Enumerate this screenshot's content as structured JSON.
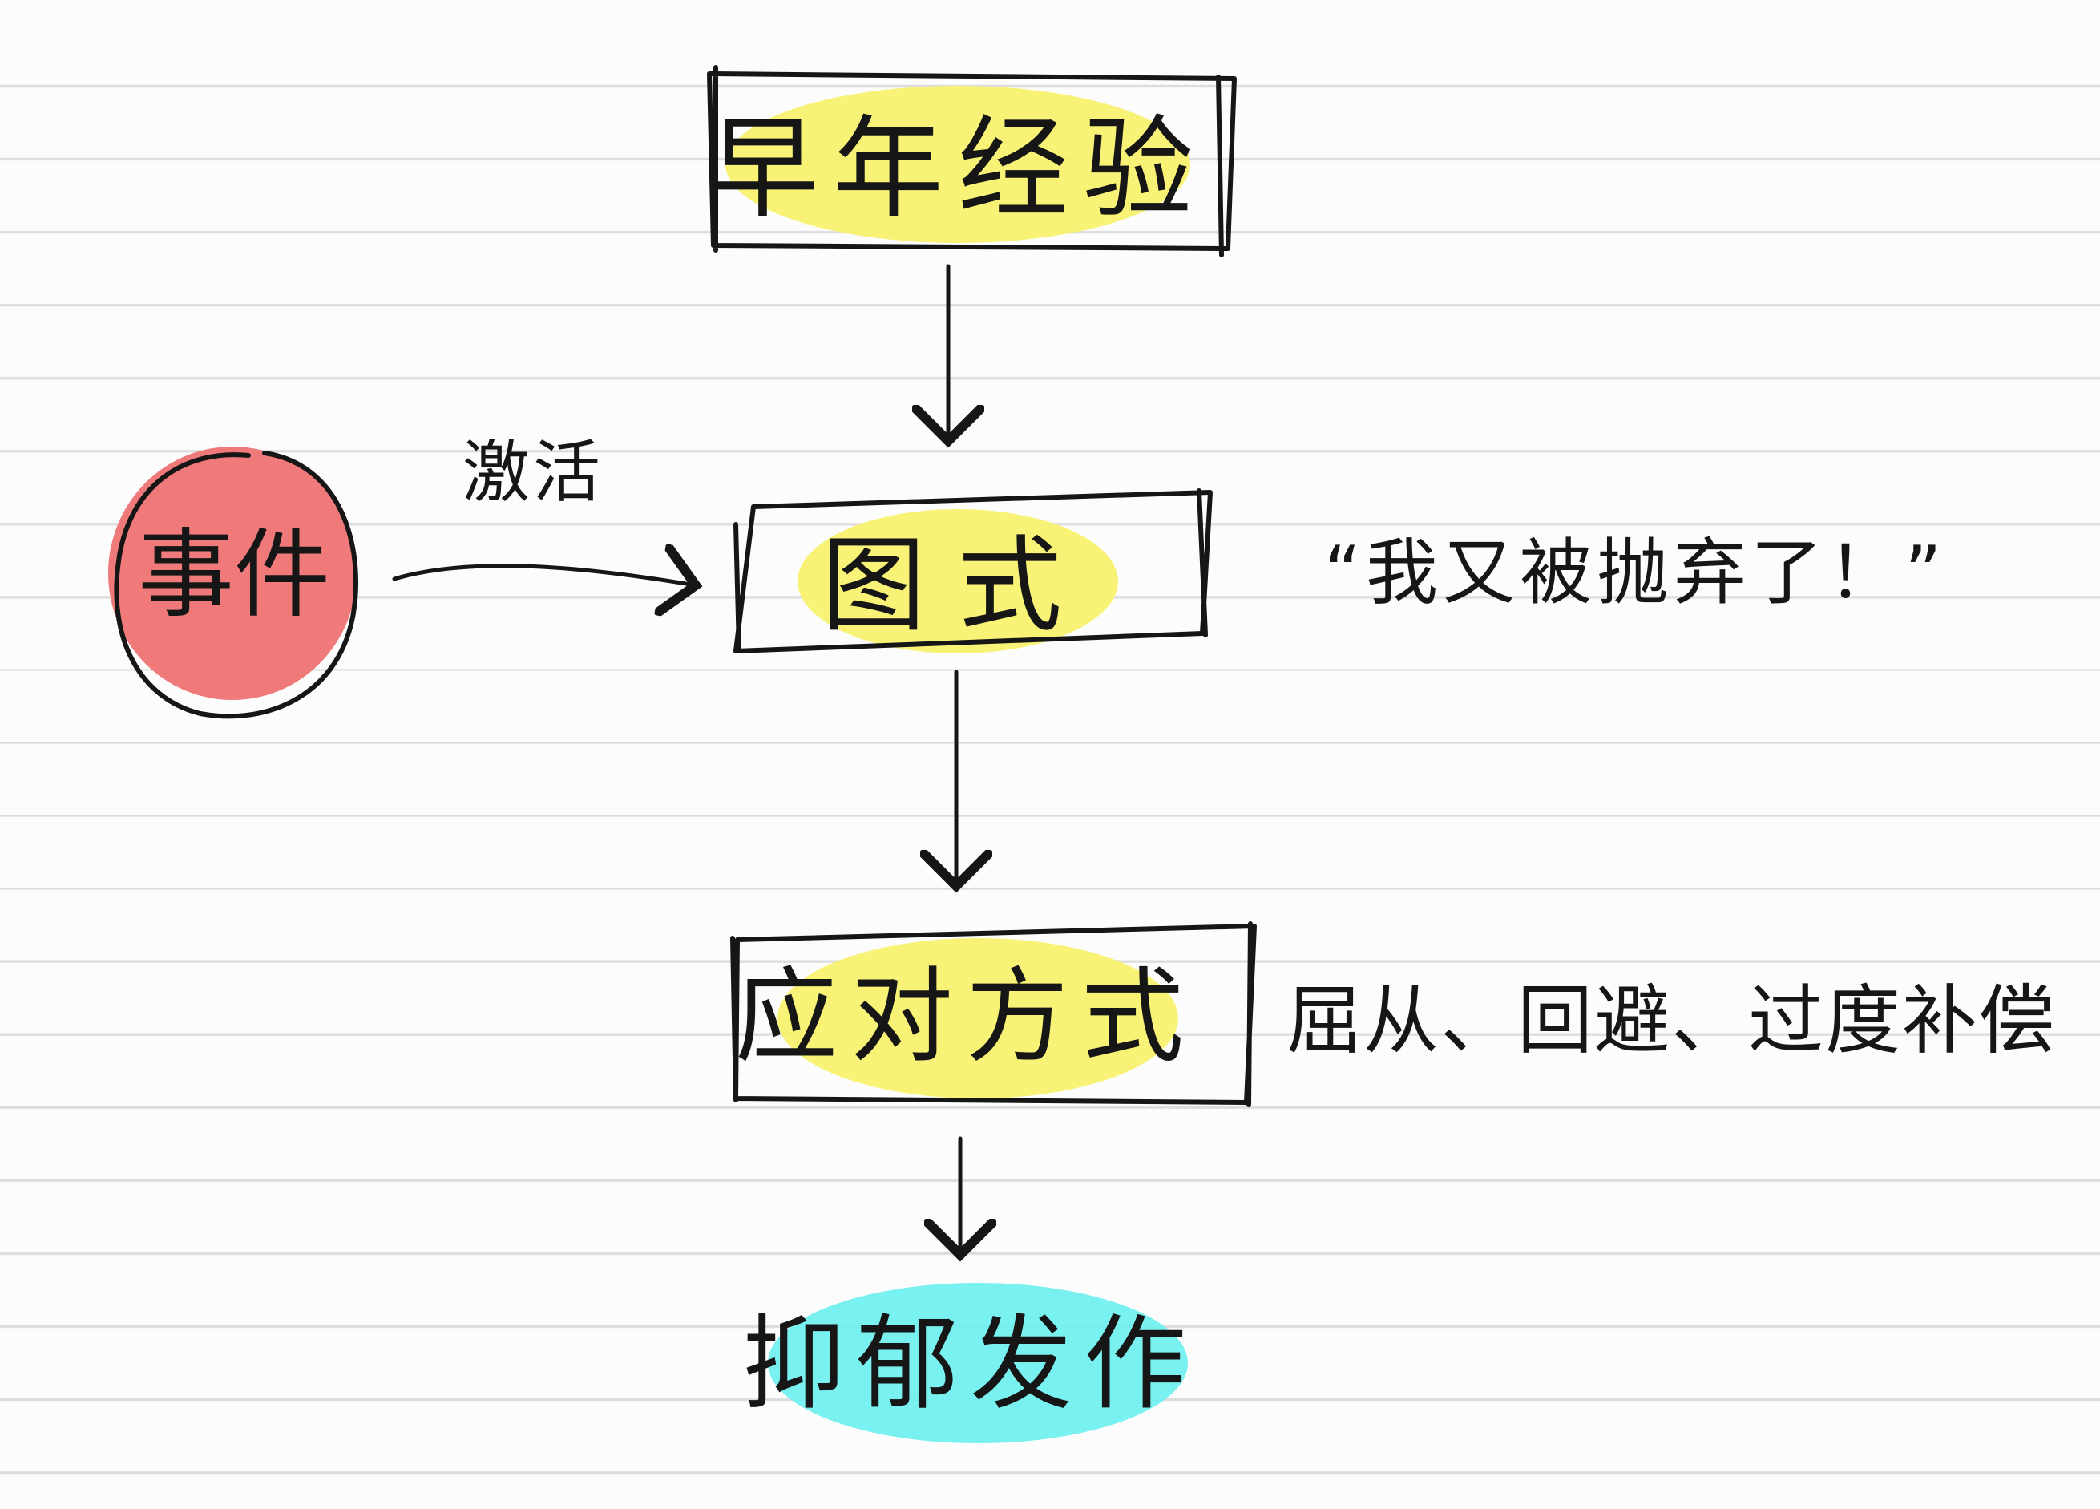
{
  "diagram": {
    "nodes": {
      "early_experience": {
        "label": "早年经验",
        "highlight": "#f7f26a"
      },
      "schema": {
        "label": "图式",
        "highlight": "#f7f26a"
      },
      "coping": {
        "label": "应对方式",
        "highlight": "#f7f26a"
      },
      "depression": {
        "label": "抑郁发作",
        "highlight": "#6ff0f0"
      },
      "event": {
        "label": "事件",
        "fill": "#f07a7a"
      }
    },
    "edge_labels": {
      "activate": "激活"
    },
    "annotations": {
      "schema_quote": "“我又被抛弃了！”",
      "coping_examples": "屈从、回避、过度补偿"
    },
    "colors": {
      "ink": "#161616",
      "yellow_highlight": "#f7f26a",
      "cyan_highlight": "#6ff0f0",
      "red_fill": "#f07a7a"
    }
  }
}
